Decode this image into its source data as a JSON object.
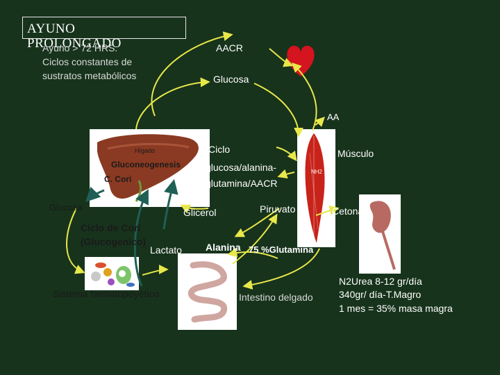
{
  "title": {
    "line1": "AYUNO",
    "line2": "PROLONGADO"
  },
  "header_note": {
    "line1": "Ayuno > 72 HRS.",
    "line2": "Ciclos constantes de",
    "line3": "sustratos metabólicos"
  },
  "labels": {
    "aacr": "AACR",
    "glucosa_top": "Glucosa",
    "aa": "AA",
    "musculo": "Músculo",
    "higado": "Hígado",
    "gluconeogenesis": "Gluconeogenesis",
    "c_cori": "C. Cori",
    "glucosa_left": "Glucosa",
    "ciclo_line1": "Ciclo",
    "ciclo_line2": "glucosa/alanina-",
    "ciclo_line3": "glutamina/AACR",
    "nh2": "NH2",
    "glicerol": "Glicerol",
    "piruvato": "Piruvato",
    "cetonas": "Cetonas",
    "ciclo_cori_line1": "Ciclo de Cori",
    "ciclo_cori_line2": "(Glucogenico)",
    "lactato": "Lactato",
    "alanina": "Alanina",
    "glutamina": "75 %Glutamina",
    "sistema": "Sistema hematopoyético",
    "intestino": "Intestino delgado"
  },
  "urea_note": {
    "line1": "N2Urea 8-12 gr/día",
    "line2": "340gr/ día-T.Magro",
    "line3": "1 mes = 35% masa magra"
  },
  "images": {
    "heart": "heart-icon",
    "liver": "liver-icon",
    "muscle": "muscle-icon",
    "kidney": "kidney-icon",
    "blood_cells": "blood-cells-icon",
    "intestine": "intestine-icon"
  },
  "colors": {
    "background": "#17331c",
    "arrow_yellow": "#e8e84a",
    "arrow_teal": "#1f5f55",
    "heart_red": "#d4141e",
    "liver": "#8a3a22",
    "muscle": "#c8231a",
    "kidney": "#b86a62",
    "intestine": "#cfa6a0"
  }
}
